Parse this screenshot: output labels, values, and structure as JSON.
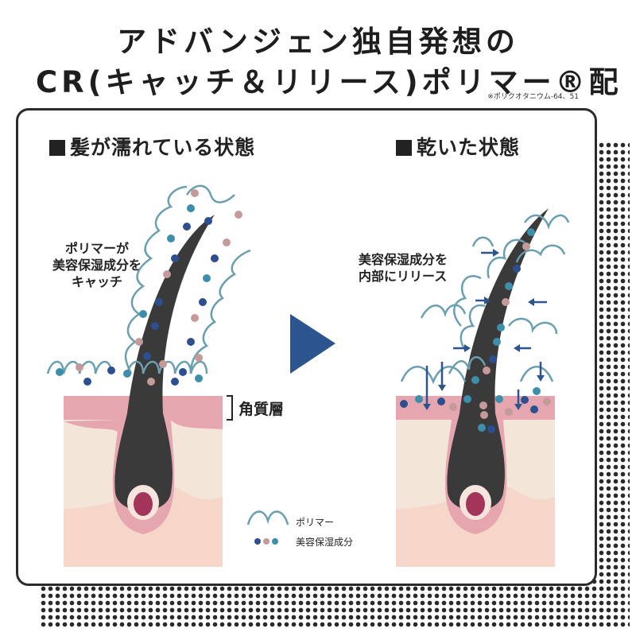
{
  "heading": {
    "line1": "アドバンジェン独自発想の",
    "line2": "CR(キャッチ＆リリース)ポリマー®配合",
    "footnote": "※ポリクオタニウム-64、51"
  },
  "wet": {
    "title": "髪が濡れている状態",
    "callout": [
      "ポリマーが",
      "美容保湿成分を",
      "キャッチ"
    ],
    "layer_label": "角質層"
  },
  "dry": {
    "title": "乾いた状態",
    "callout": [
      "美容保湿成分を",
      "内部にリリース"
    ]
  },
  "legend": {
    "polymer": "ポリマー",
    "ingredient": "美容保湿成分"
  },
  "colors": {
    "polymer": "#6a9fb0",
    "dot_dark": "#2d4f8f",
    "dot_teal": "#3d8eaa",
    "dot_pink": "#c49a9a",
    "arrow": "#2c5590",
    "hair": "#3a3a3a",
    "skin_top": "#e6a6b0",
    "skin_mid": "#f3e5d8",
    "skin_low": "#f6d6c8"
  }
}
